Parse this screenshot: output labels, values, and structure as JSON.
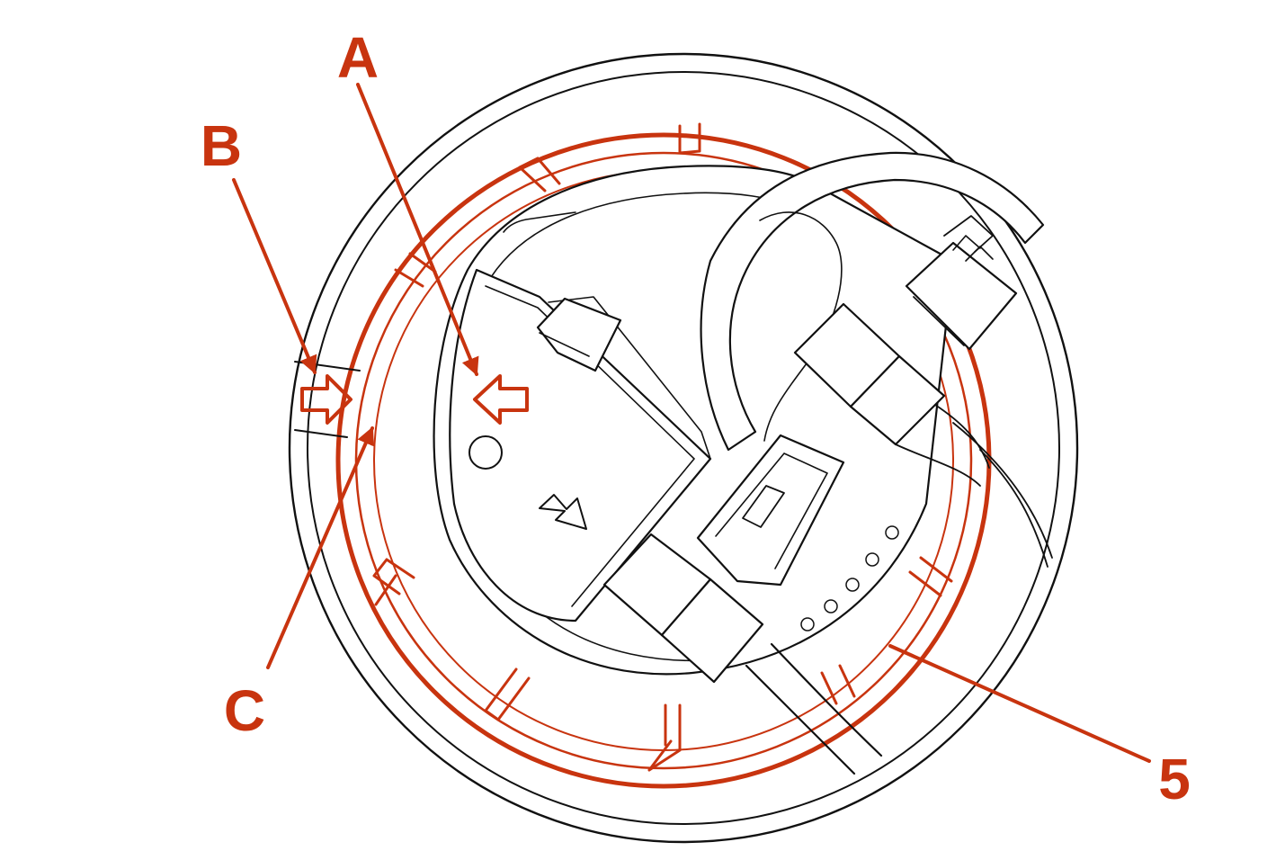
{
  "colors": {
    "accent": "#c8340f",
    "line": "#111111",
    "background": "#ffffff"
  },
  "callouts": {
    "a": "A",
    "b": "B",
    "c": "C",
    "five": "5"
  }
}
